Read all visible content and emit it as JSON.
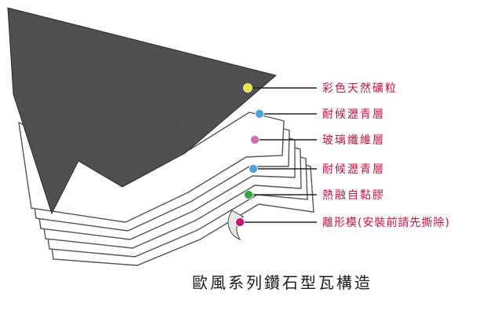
{
  "caption": "歐風系列鑽石型瓦構造",
  "colors": {
    "label_text": "#d0103c",
    "leader_line": "#222222",
    "surface_dark": "#3e3e3e",
    "sheet_white": "#ffffff",
    "sheet_edge": "#555555"
  },
  "layers": [
    {
      "label": "彩色天然礦粒",
      "marker_color": "#f2e52c"
    },
    {
      "label": "耐候瀝青層",
      "marker_color": "#4ba3df"
    },
    {
      "label": "玻璃纖維層",
      "marker_color": "#cf6fae"
    },
    {
      "label": "耐候瀝青層",
      "marker_color": "#4ba3df"
    },
    {
      "label": "熱融自黏膠",
      "marker_color": "#2fa544"
    },
    {
      "label": "離形模(安裝前請先撕除)",
      "marker_color": "#c4176c"
    }
  ]
}
